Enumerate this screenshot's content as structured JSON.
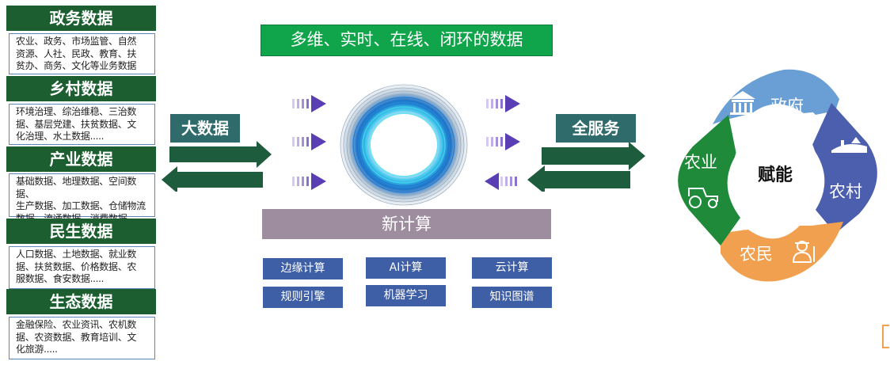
{
  "categories": [
    {
      "title": "政务数据",
      "lines": [
        "农业、政务、市场监管、自然",
        "资源、人社、民政、教育、扶",
        "贫办、商务、文化等业务数据"
      ]
    },
    {
      "title": "乡村数据",
      "lines": [
        "环境治理、综治维稳、三治数",
        "据、基层党建、扶贫数据、文",
        "化治理、水土数据....."
      ]
    },
    {
      "title": "产业数据",
      "lines": [
        "基础数据、地理数据、空间数据、",
        "生产数据、加工数据、仓储物流",
        "数据、流通数据、消费数据....."
      ]
    },
    {
      "title": "民生数据",
      "lines": [
        "人口数据、土地数据、就业数",
        "据、扶贫数据、价格数据、农",
        "服数据、食安数据....."
      ]
    },
    {
      "title": "生态数据",
      "lines": [
        "金融保险、农业资讯、农机数",
        "据、农资数据、教育培训、文",
        "化旅游....."
      ]
    }
  ],
  "big_data_label": "大数据",
  "full_service_label": "全服务",
  "top_banner": "多维、实时、在线、闭环的数据",
  "compute_label": "新计算",
  "tech_buttons": [
    "边缘计算",
    "AI计算",
    "云计算",
    "规则引擎",
    "机器学习",
    "知识图谱"
  ],
  "cycle": {
    "center": "赋能",
    "segments": [
      {
        "label": "政府",
        "color": "#6a9fd6",
        "icon": "government-building-icon"
      },
      {
        "label": "农村",
        "color": "#4b5fae",
        "icon": "village-farm-icon"
      },
      {
        "label": "农民",
        "color": "#f0a04e",
        "icon": "farmer-icon"
      },
      {
        "label": "农业",
        "color": "#1f8a3a",
        "icon": "tractor-icon"
      }
    ]
  },
  "colors": {
    "category_green": "#1d5e31",
    "banner_green": "#10a54a",
    "arrow_green": "#1e5c3e",
    "teal_label": "#2f6b6b",
    "compute_purple": "#9d8d9f",
    "tech_blue": "#3e5fa6"
  }
}
